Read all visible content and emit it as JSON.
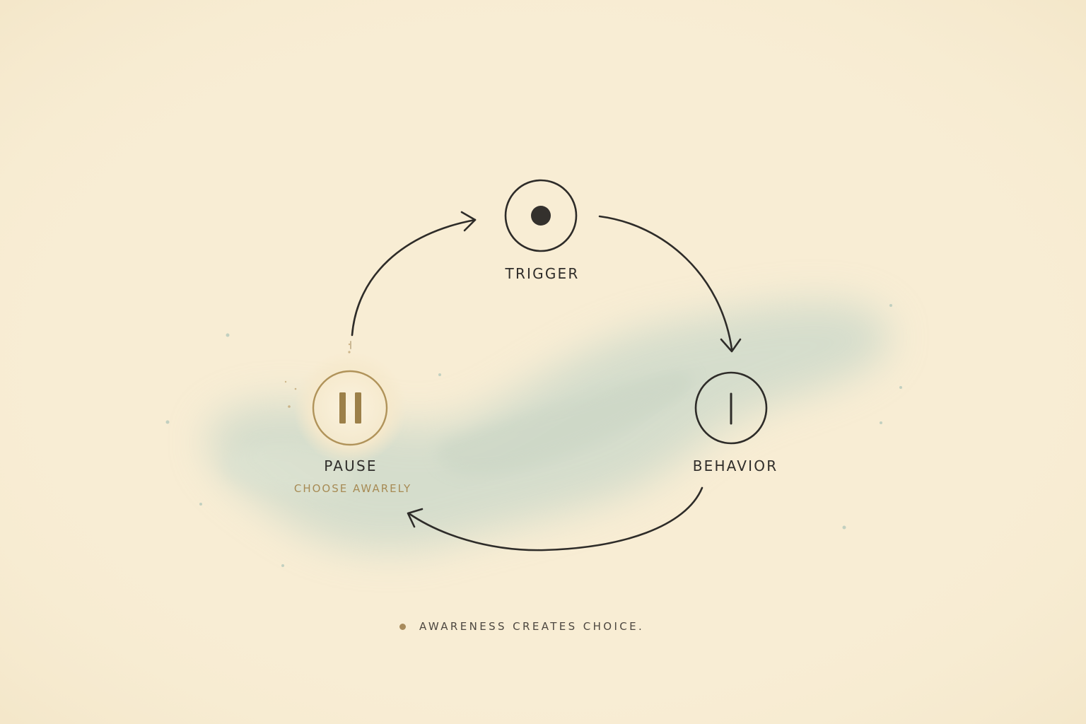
{
  "nodes": {
    "trigger": {
      "label": "TRIGGER",
      "icon": "dot-circle-icon"
    },
    "behavior": {
      "label": "BEHAVIOR",
      "icon": "line-circle-icon"
    },
    "pause": {
      "label": "PAUSE",
      "sublabel": "CHOOSE AWARELY",
      "icon": "pause-icon"
    }
  },
  "footer": {
    "text": "AWARENESS CREATES CHOICE."
  },
  "colors": {
    "background": "#f8edd4",
    "ink": "#2f2d2a",
    "gold": "#a78b55",
    "wash": "#b9d0c6"
  }
}
